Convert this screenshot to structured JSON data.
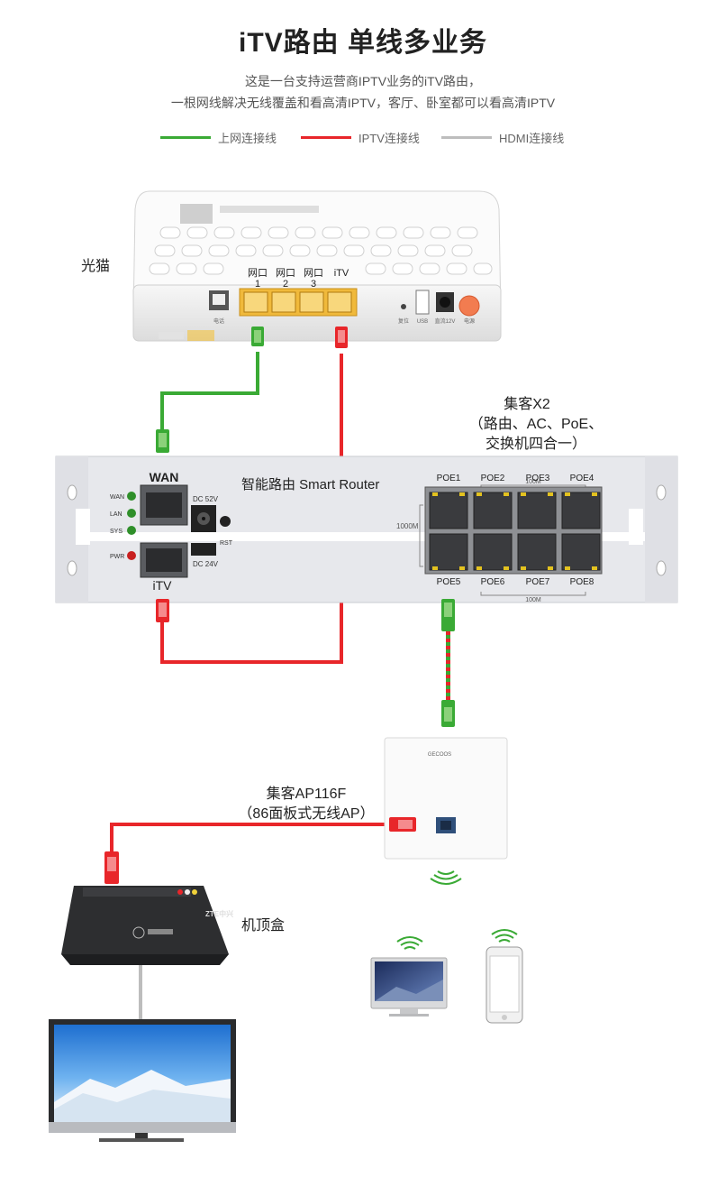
{
  "header": {
    "title": "iTV路由  单线多业务",
    "subtitle_line1": "这是一台支持运营商IPTV业务的iTV路由，",
    "subtitle_line2": "一根网线解决无线覆盖和看高清IPTV，客厅、卧室都可以看高清IPTV"
  },
  "legend": [
    {
      "label": "上网连接线",
      "color": "#3aaa35"
    },
    {
      "label": "IPTV连接线",
      "color": "#e8262a"
    },
    {
      "label": "HDMI连接线",
      "color": "#bdbdbd"
    }
  ],
  "modem": {
    "label": "光猫",
    "ports": [
      "网口",
      "网口",
      "网口",
      "iTV"
    ],
    "port_numbers": [
      "1",
      "2",
      "3"
    ],
    "small_labels": {
      "phone": "电话",
      "reset": "复位",
      "usb": "USB",
      "dc": "直流12V",
      "power": "电源"
    }
  },
  "router": {
    "label_line1": "集客X2",
    "label_line2": "（路由、AC、PoE、",
    "label_line3": "交换机四合一）",
    "name": "智能路由 Smart Router",
    "wan": "WAN",
    "itv": "iTV",
    "leds": [
      "WAN",
      "LAN",
      "SYS",
      "PWR"
    ],
    "dc_in": "DC 52V",
    "dc_out": "DC 24V",
    "rst": "RST",
    "speed_top": "100M",
    "speed_mid": "1000M",
    "speed_bottom": "100M",
    "poe_top": [
      "POE1",
      "POE2",
      "POE3",
      "POE4"
    ],
    "poe_bottom": [
      "POE5",
      "POE6",
      "POE7",
      "POE8"
    ]
  },
  "ap": {
    "label_line1": "集客AP116F",
    "label_line2": "（86面板式无线AP）",
    "brand": "GECOOS"
  },
  "stb": {
    "label": "机顶盒",
    "brand": "ZTE中兴"
  }
}
